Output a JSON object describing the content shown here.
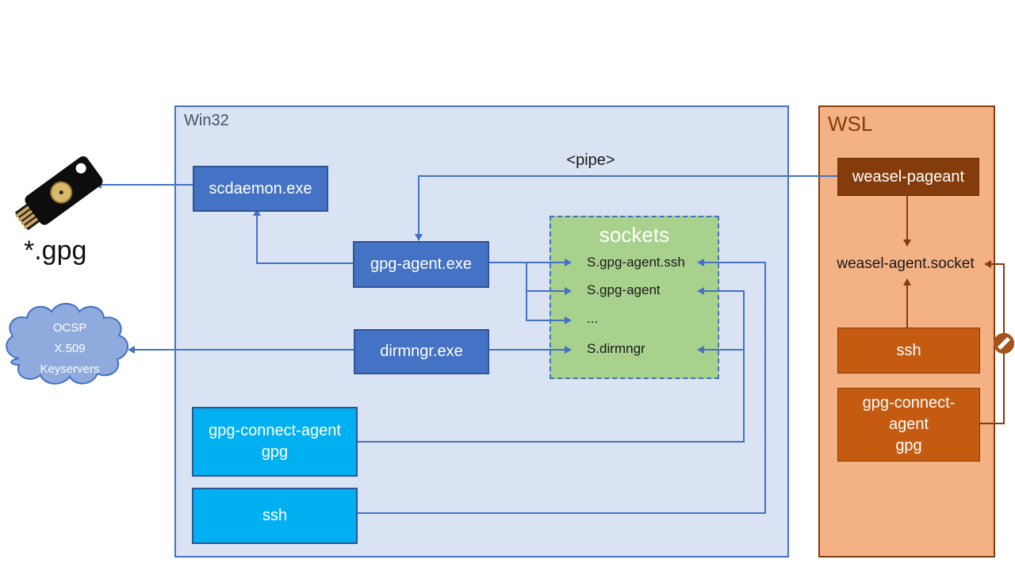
{
  "win32": {
    "label": "Win32"
  },
  "wsl": {
    "label": "WSL"
  },
  "nodes": {
    "scdaemon": "scdaemon.exe",
    "gpg_agent": "gpg-agent.exe",
    "dirmngr": "dirmngr.exe",
    "gpg_connect_win_line1": "gpg-connect-agent",
    "gpg_connect_win_line2": "gpg",
    "ssh_win": "ssh",
    "weasel_pageant": "weasel-pageant",
    "weasel_socket": "weasel-agent.socket",
    "ssh_wsl": "ssh",
    "gpg_connect_wsl_line1": "gpg-connect-",
    "gpg_connect_wsl_line2": "agent",
    "gpg_connect_wsl_line3": "gpg"
  },
  "sockets": {
    "title": "sockets",
    "item1": "S.gpg-agent.ssh",
    "item2": "S.gpg-agent",
    "item3": "...",
    "item4": "S.dirmngr"
  },
  "labels": {
    "pipe": "<pipe>",
    "gpg_files": "*.gpg"
  },
  "cloud": {
    "line1": "OCSP",
    "line2": "X.509",
    "line3": "Keyservers"
  },
  "icons": {
    "smartcard": "yubikey-icon",
    "blocked": "no-entry-icon",
    "network": "cloud-icon"
  },
  "colors": {
    "win32_fill": "#DAE3F3",
    "win32_border": "#4472C4",
    "process_fill": "#4472C4",
    "process_border": "#2F5597",
    "cyan_fill": "#00B0F0",
    "cyan_border": "#2E5597",
    "sockets_fill": "#A9D18E",
    "sockets_border": "#4472C4",
    "wsl_fill": "#F4B183",
    "wsl_border": "#843C0C",
    "brown_fill": "#843C0C",
    "orange_fill": "#C55A11",
    "arrow_blue": "#4472C4",
    "arrow_brown": "#843C0C",
    "cloud_fill": "#8FAADC",
    "cloud_border": "#4472C4",
    "no_entry": "#A5521D"
  }
}
